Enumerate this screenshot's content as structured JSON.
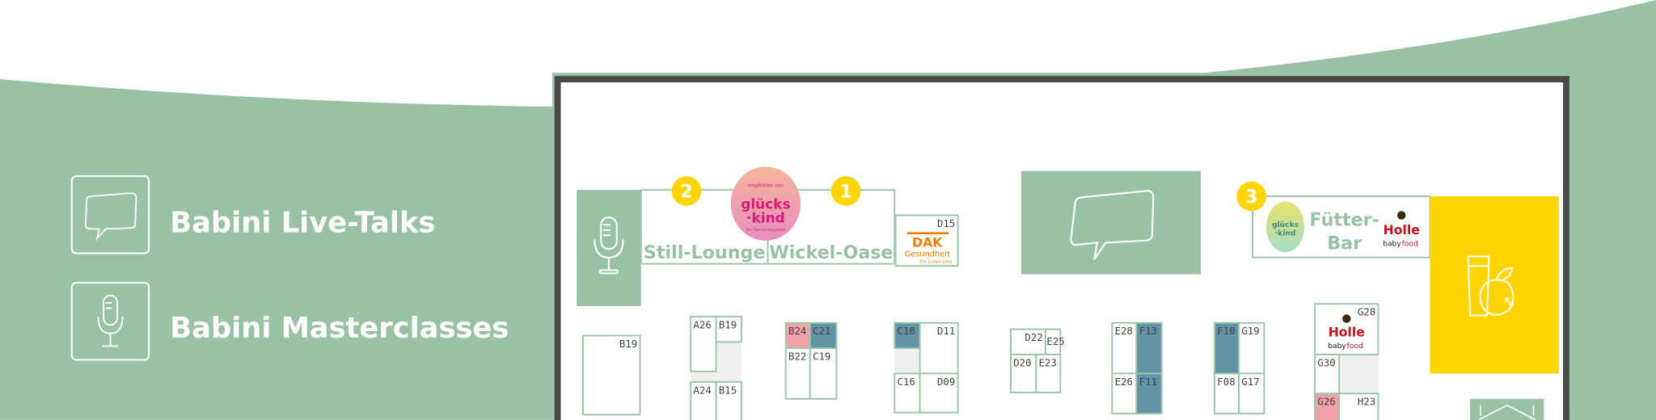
{
  "colors": {
    "green": "#99c2a5",
    "blue": "#6393a6",
    "pink": "#f0a2a8",
    "yellow": "#ffd500",
    "frame": "#4a4a48",
    "aisle": "#efefef",
    "holle_red": "#c0161d",
    "dak_orange": "#f07d00",
    "glueckskind_pink": "#d6187a"
  },
  "legend": [
    {
      "icon": "speech-bubble-icon",
      "label": "Babini Live-Talks"
    },
    {
      "icon": "microphone-icon",
      "label": "Babini Masterclasses"
    }
  ],
  "areas": {
    "still_lounge": {
      "label": "Still-Lounge",
      "badge": "2"
    },
    "wickel_oase": {
      "label": "Wickel-Oase",
      "badge": "1"
    },
    "fuetter_bar": {
      "label_line1": "Fütter-",
      "label_line2": "Bar",
      "badge": "3"
    }
  },
  "logos": {
    "glueckskind": {
      "top": "empfohlen von",
      "line1": "glücks",
      "line2": "·kind",
      "sub": "Der Familienbegleiter"
    },
    "dak": {
      "line1": "DAK",
      "line2": "Gesundheit",
      "tagline": "Ein Leben lang"
    },
    "holle": {
      "line1": "Holle",
      "line2a": "baby",
      "line2b": "food"
    }
  },
  "booths": [
    {
      "label": "D15",
      "status": "default"
    },
    {
      "label": "B19",
      "status": "default"
    },
    {
      "label": "A26",
      "status": "default"
    },
    {
      "label": "B19",
      "status": "default"
    },
    {
      "label": "A24",
      "status": "default"
    },
    {
      "label": "B15",
      "status": "default"
    },
    {
      "label": "B24",
      "status": "pink"
    },
    {
      "label": "C21",
      "status": "blue"
    },
    {
      "label": "B22",
      "status": "default"
    },
    {
      "label": "C19",
      "status": "default"
    },
    {
      "label": "C18",
      "status": "blue"
    },
    {
      "label": "D11",
      "status": "default"
    },
    {
      "label": "C16",
      "status": "default"
    },
    {
      "label": "D09",
      "status": "default"
    },
    {
      "label": "D22",
      "status": "default"
    },
    {
      "label": "E25",
      "status": "default"
    },
    {
      "label": "D20",
      "status": "default"
    },
    {
      "label": "E23",
      "status": "default"
    },
    {
      "label": "E28",
      "status": "default"
    },
    {
      "label": "F13",
      "status": "blue"
    },
    {
      "label": "E26",
      "status": "default"
    },
    {
      "label": "F11",
      "status": "blue"
    },
    {
      "label": "F10",
      "status": "blue"
    },
    {
      "label": "G19",
      "status": "default"
    },
    {
      "label": "F08",
      "status": "default"
    },
    {
      "label": "G17",
      "status": "default"
    },
    {
      "label": "G28",
      "status": "default"
    },
    {
      "label": "G30",
      "status": "default"
    },
    {
      "label": "G26",
      "status": "pink"
    },
    {
      "label": "H23",
      "status": "default"
    }
  ]
}
